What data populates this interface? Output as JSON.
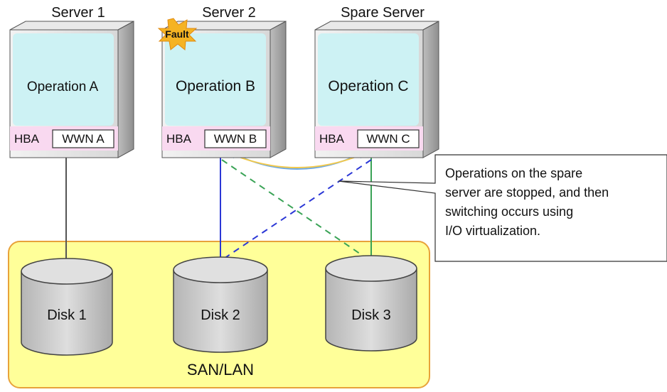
{
  "servers": [
    {
      "title": "Server 1",
      "operation": "Operation A",
      "hba": "HBA",
      "wwn": "WWN A"
    },
    {
      "title": "Server 2",
      "operation": "Operation B",
      "hba": "HBA",
      "wwn": "WWN B"
    },
    {
      "title": "Spare Server",
      "operation": "Operation C",
      "hba": "HBA",
      "wwn": "WWN C"
    }
  ],
  "fault_label": "Fault",
  "disks": [
    "Disk 1",
    "Disk 2",
    "Disk 3"
  ],
  "network_label": "SAN/LAN",
  "callout_lines": [
    "Operations on the spare",
    "server are stopped, and then",
    "switching occurs using",
    "I/O virtualization."
  ],
  "colors": {
    "operation_fill": "#cdf2f4",
    "hba_fill": "#f9d9f0",
    "network_fill": "#ffff99",
    "network_border": "#e8a23a",
    "disk_fill": "#c9c9c9",
    "fault_fill": "#f5b323",
    "link_blue": "#2b37d6",
    "link_green": "#3aa356",
    "swap_arrow": "#6aa8e6"
  }
}
